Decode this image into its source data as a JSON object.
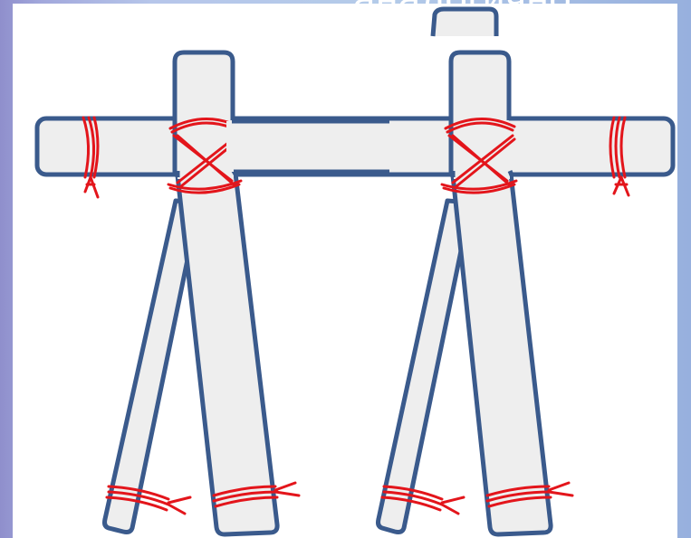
{
  "slide": {
    "caption": "аналогично."
  },
  "diagram": {
    "stick_fill": "#eeeeee",
    "stick_outline": "#3a5a8c",
    "thread_color": "#e3151b",
    "background_gradient": [
      "#8f8fcc",
      "#b6c6ea",
      "#97b0de"
    ],
    "panel_color": "#ffffff",
    "parts": [
      "top-stick",
      "crossbar",
      "back-leg",
      "front-leg",
      "cross-binding",
      "arm-end-wrap",
      "leg-end-wrap"
    ]
  }
}
